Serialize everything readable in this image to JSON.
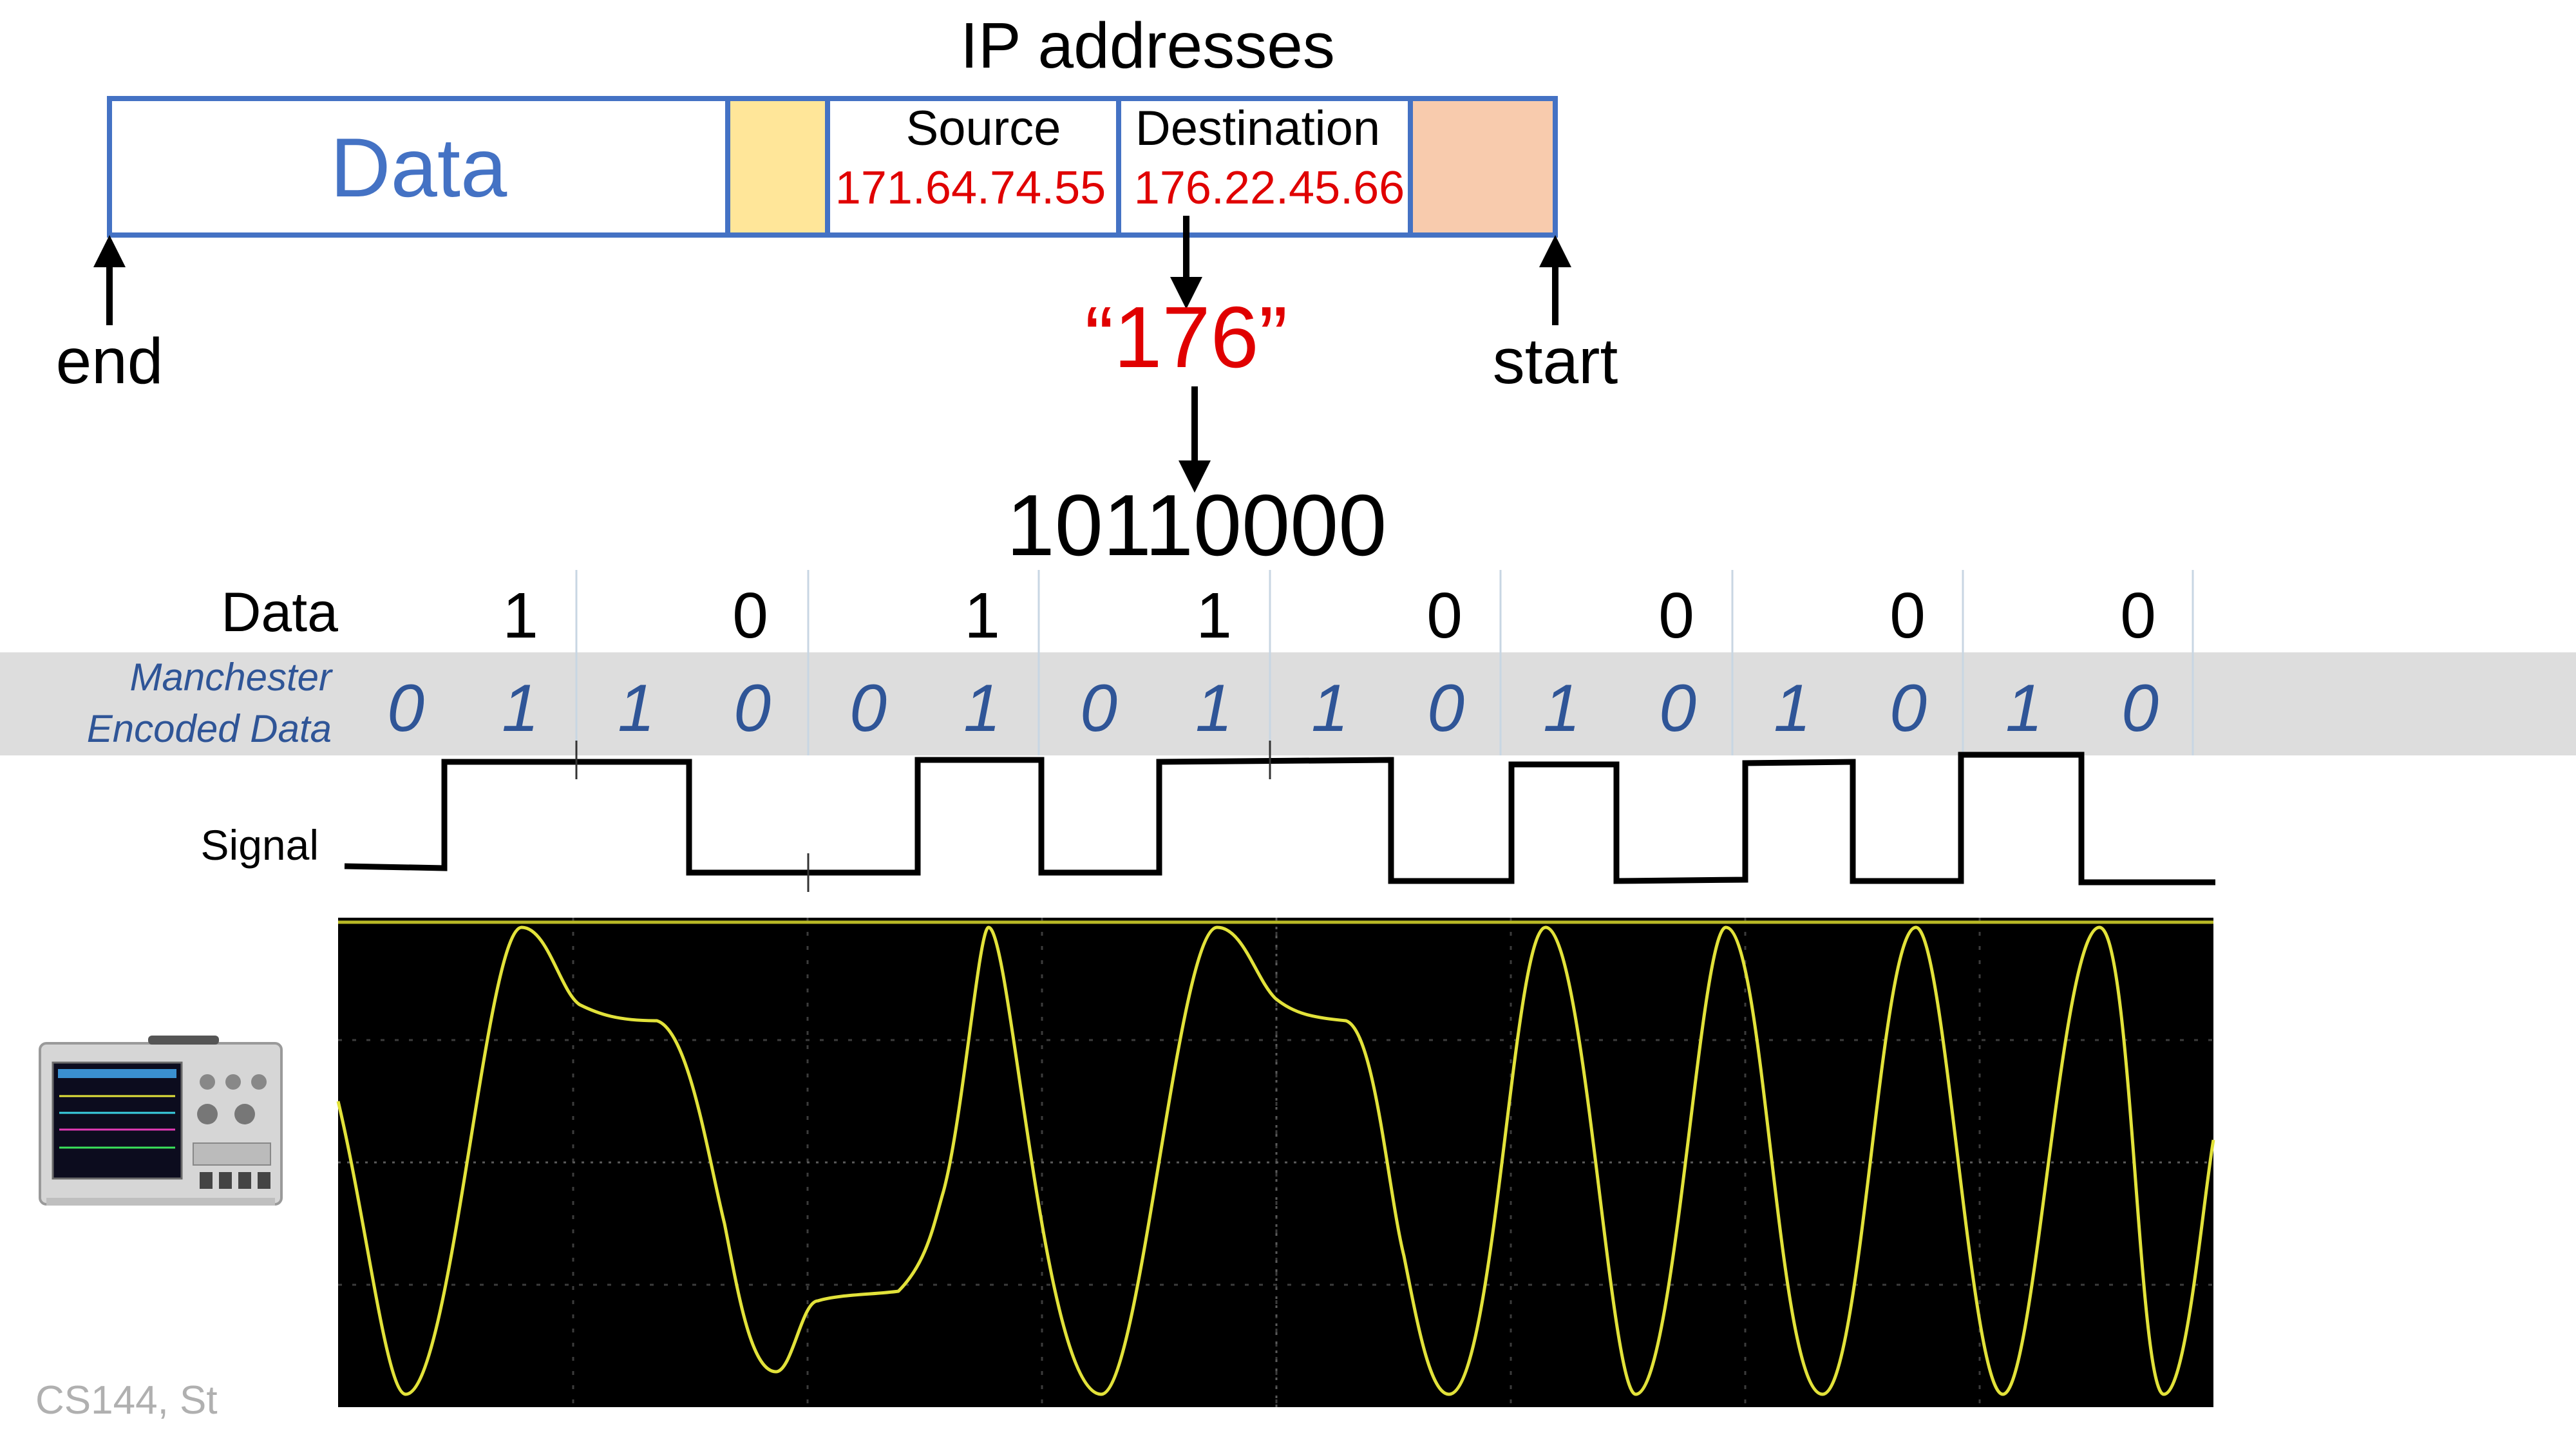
{
  "packet": {
    "heading": "IP addresses",
    "data_label": "Data",
    "source": {
      "label": "Source",
      "ip": "171.64.74.55"
    },
    "destination": {
      "label": "Destination",
      "ip": "176.22.45.66"
    },
    "end_label": "end",
    "start_label": "start",
    "octet": "“176”",
    "binary": "10110000"
  },
  "encoding": {
    "data_row_label": "Data",
    "data_bits": [
      "1",
      "0",
      "1",
      "1",
      "0",
      "0",
      "0",
      "0"
    ],
    "manchester_label_line1": "Manchester",
    "manchester_label_line2": "Encoded Data",
    "manchester_bits": [
      "0",
      "1",
      "1",
      "0",
      "0",
      "1",
      "0",
      "1",
      "1",
      "0",
      "1",
      "0",
      "1",
      "0",
      "1",
      "0"
    ],
    "signal_label": "Signal"
  },
  "footer": "CS144, St",
  "colors": {
    "accent_blue": "#4472c4",
    "manchester_blue": "#2f5597",
    "red": "#e00000",
    "yellow_field": "#ffe699",
    "orange_field": "#f8cbad",
    "band_gray": "#dddddd",
    "scope_bg": "#000000",
    "trace": "#e2e23a"
  },
  "icons": {
    "oscilloscope": "oscilloscope-icon"
  }
}
